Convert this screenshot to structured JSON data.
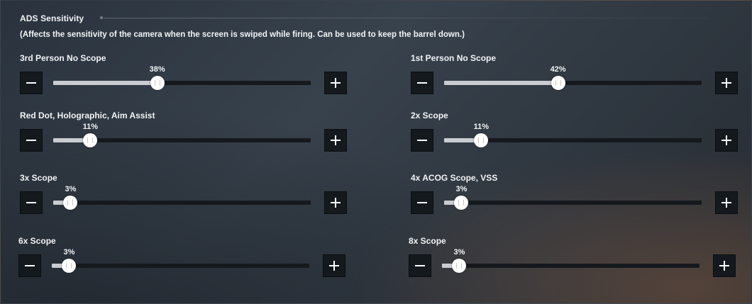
{
  "section": {
    "title": "ADS Sensitivity",
    "description": "(Affects the sensitivity of the camera when the screen is swiped while firing. Can be used to keep the barrel down.)"
  },
  "settings": [
    {
      "label": "3rd Person No Scope",
      "value_label": "38%",
      "percent": 38
    },
    {
      "label": "1st Person No Scope",
      "value_label": "42%",
      "percent": 42
    },
    {
      "label": "Red Dot, Holographic, Aim Assist",
      "value_label": "11%",
      "percent": 11
    },
    {
      "label": "2x Scope",
      "value_label": "11%",
      "percent": 11
    },
    {
      "label": "3x Scope",
      "value_label": "3%",
      "percent": 3
    },
    {
      "label": "4x ACOG Scope, VSS",
      "value_label": "3%",
      "percent": 3
    },
    {
      "label": "6x Scope",
      "value_label": "3%",
      "percent": 3
    },
    {
      "label": "8x Scope",
      "value_label": "3%",
      "percent": 3
    }
  ],
  "colors": {
    "track": "#15191d",
    "fill": "#c9cdd1",
    "button_bg": "#14191e",
    "text": "#f2f4f6"
  }
}
